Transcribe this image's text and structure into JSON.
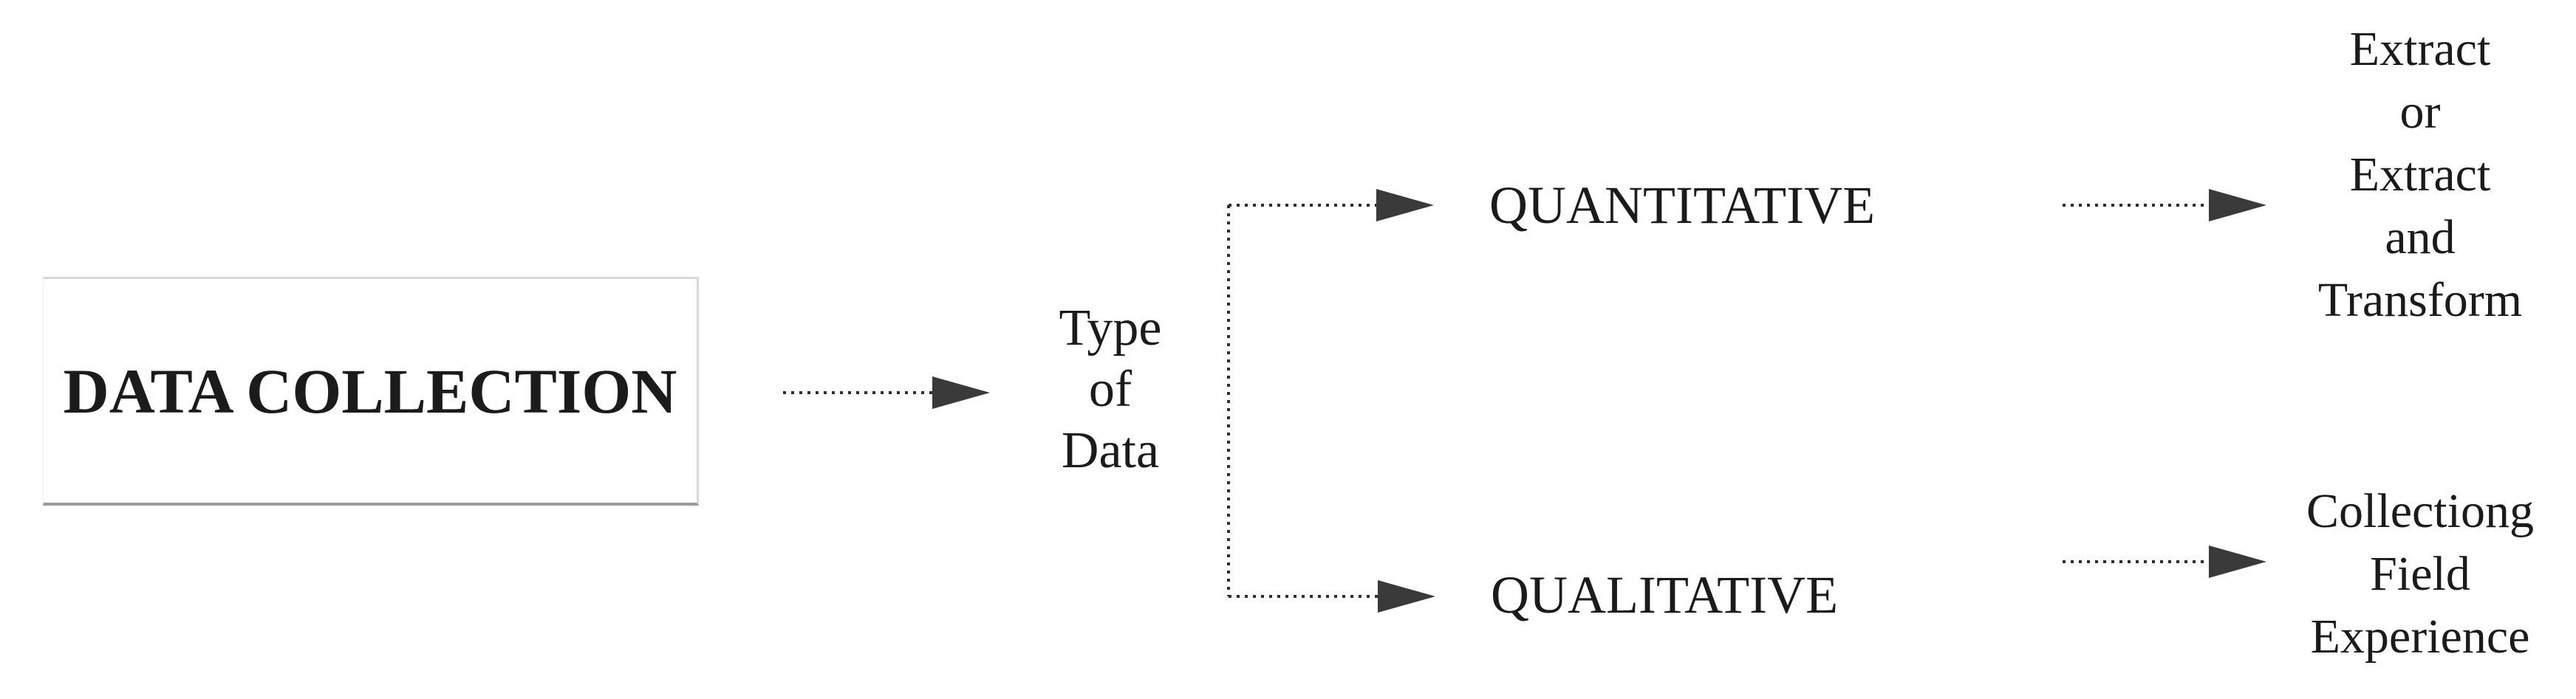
{
  "diagram": {
    "title_node": {
      "label": "DATA COLLECTION"
    },
    "decision_node": {
      "lines": [
        "Type",
        "of",
        "Data"
      ]
    },
    "branch_quantitative": {
      "label": "QUANTITATIVE",
      "outcome": {
        "lines": [
          "Extract",
          "or",
          "Extract",
          "and",
          "Transform"
        ]
      }
    },
    "branch_qualitative": {
      "label": "QUALITATIVE",
      "outcome": {
        "lines": [
          "Collectiong",
          "Field",
          "Experience"
        ]
      }
    },
    "colors": {
      "text": "#1b1b1b",
      "arrow": "#3a3a3a",
      "dot": "#2e2e2e",
      "box_border_light": "#d9d9d9",
      "box_border_dark": "#9b9b9b",
      "background": "#ffffff"
    }
  }
}
